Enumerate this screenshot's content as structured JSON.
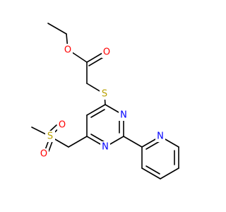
{
  "molecule": {
    "atom_labels": {
      "ester_o_ether": "O",
      "ester_o_carbonyl": "O",
      "sulfide_s": "S",
      "ring_n3": "N",
      "ring_n1": "N",
      "pyridine_n": "N",
      "sulfonyl_s": "S",
      "sulfonyl_o_upper": "O",
      "sulfonyl_o_lower": "O"
    },
    "colors": {
      "carbon_bond": "#000000",
      "oxygen": "#ff0000",
      "nitrogen": "#0000ff",
      "sulfur": "#b8a000"
    }
  }
}
